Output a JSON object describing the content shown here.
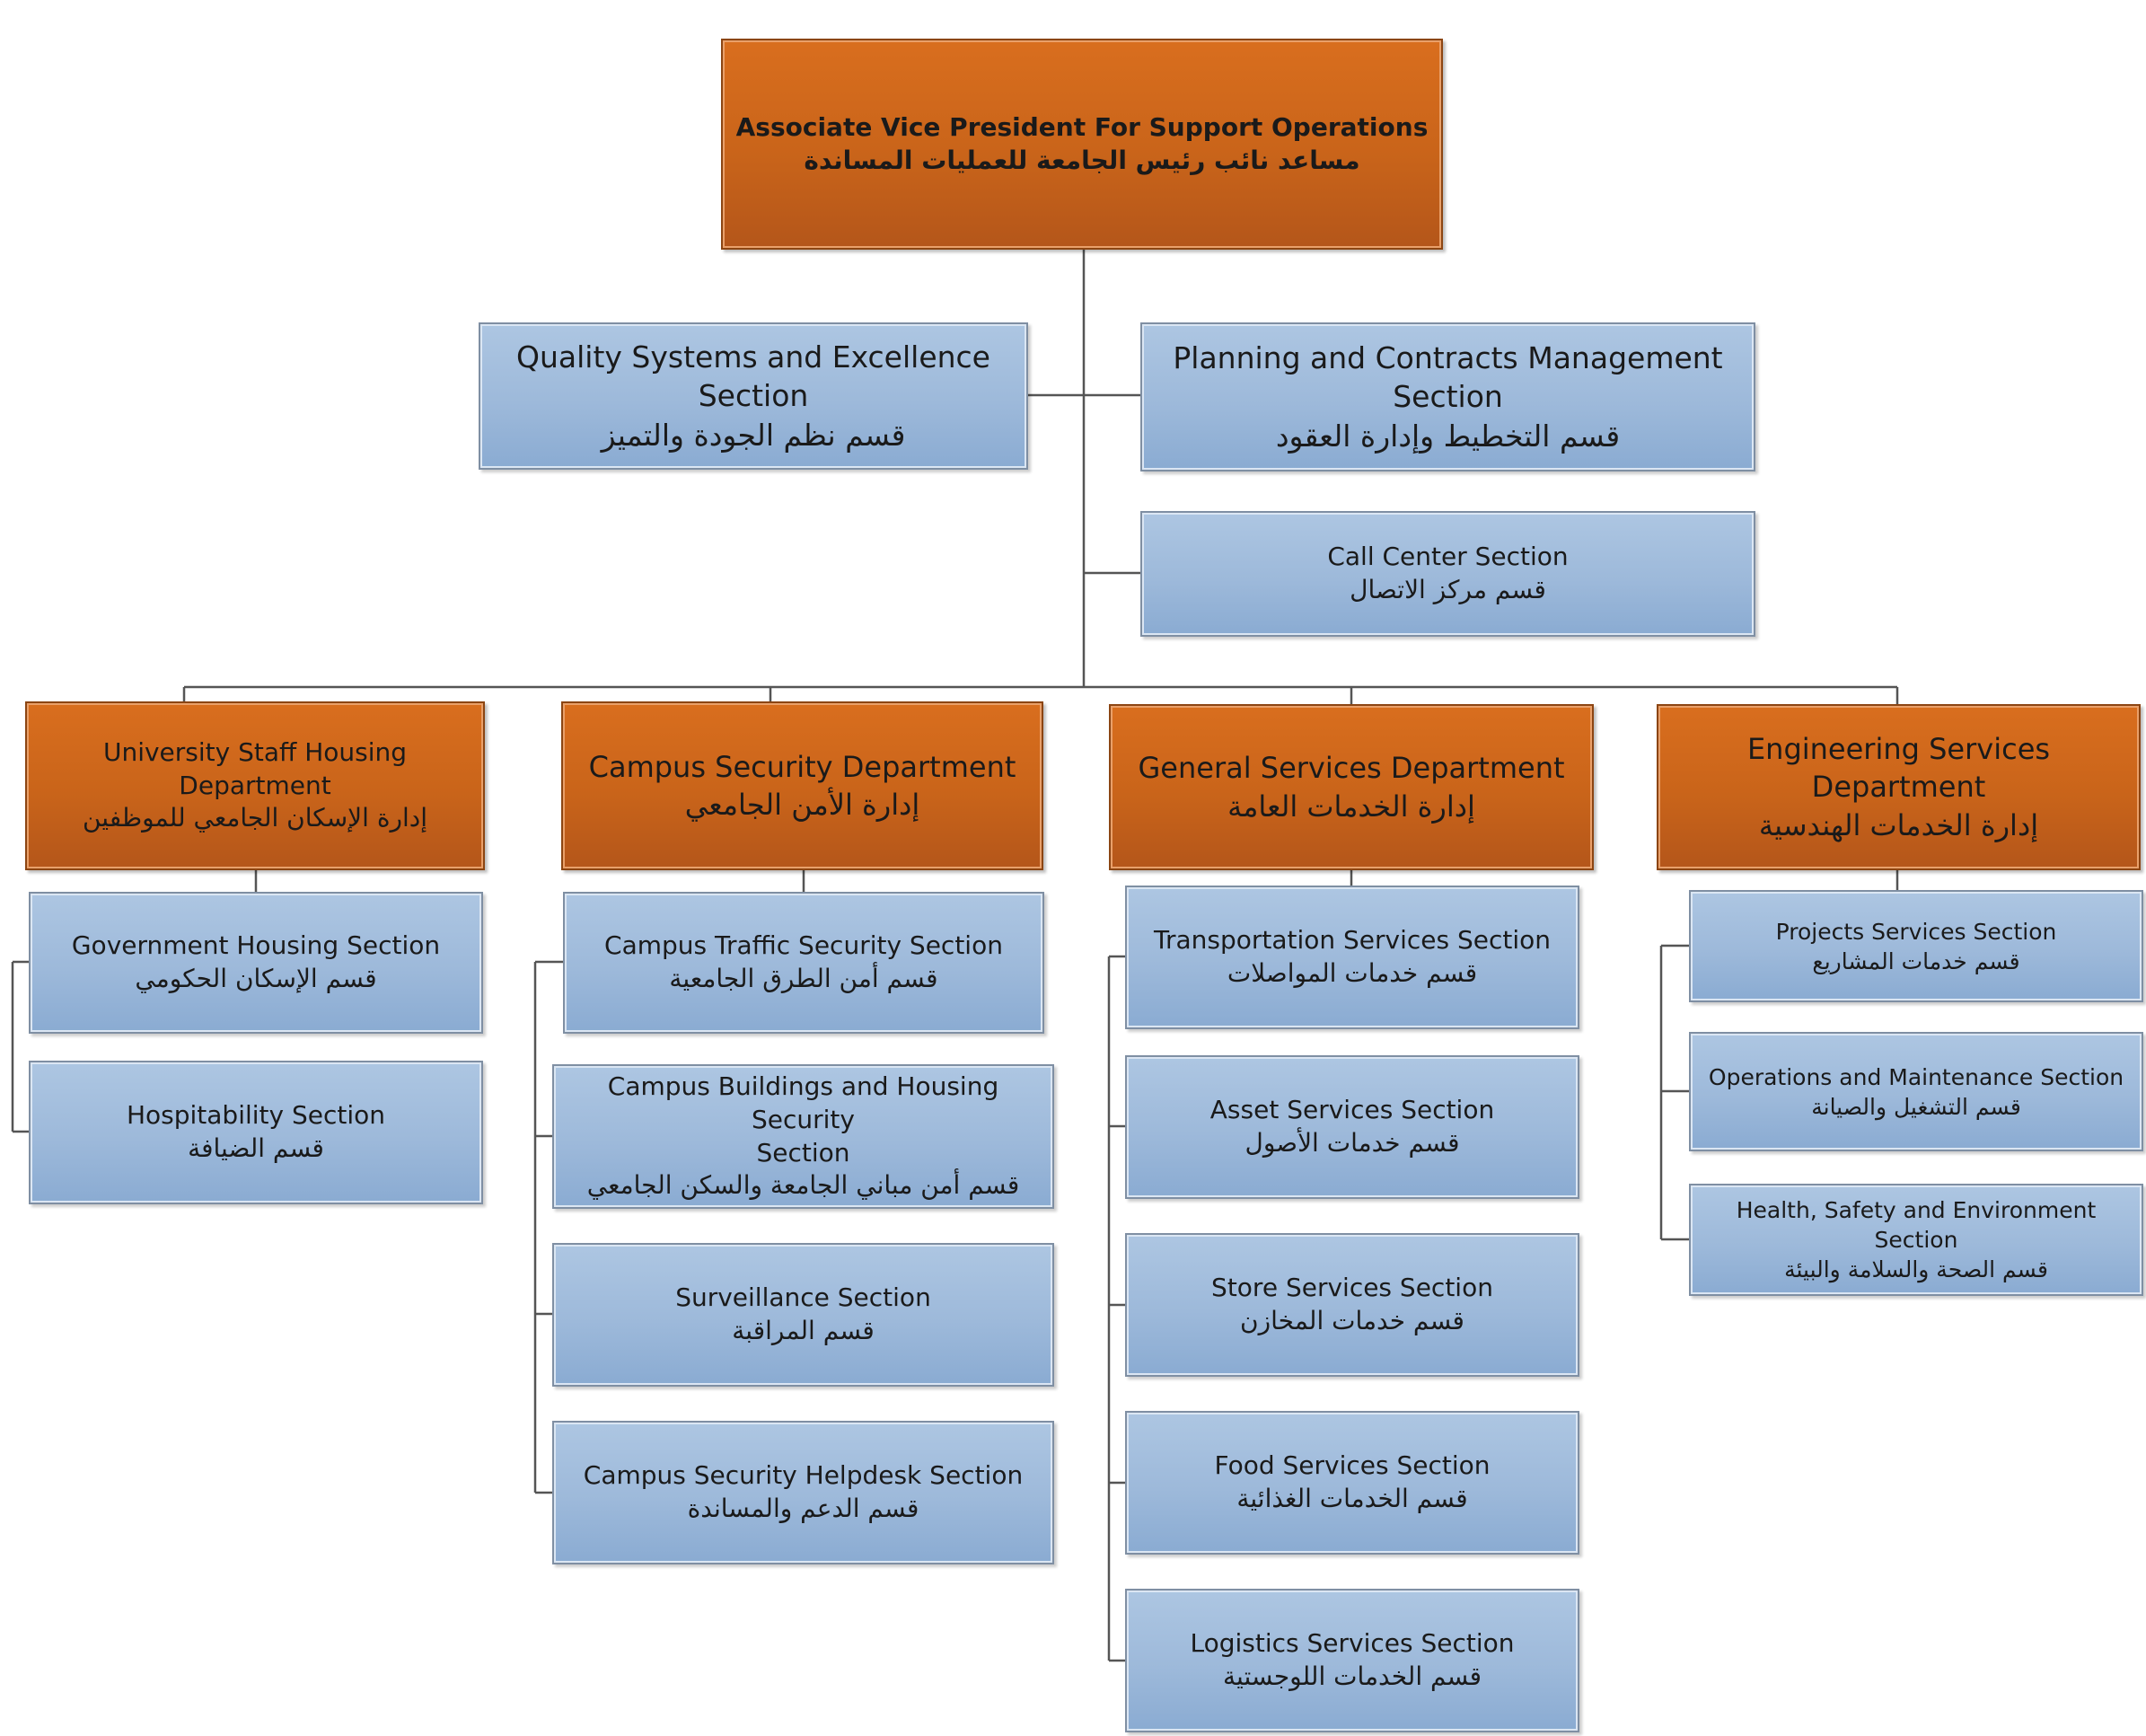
{
  "top": {
    "en": "Associate Vice President For Support Operations",
    "ar": "مساعد نائب رئيس الجامعة للعمليات المساندة"
  },
  "staff": {
    "quality": {
      "en": "Quality Systems and Excellence Section",
      "ar": "قسم نظم الجودة والتميز"
    },
    "planning": {
      "en": "Planning and Contracts Management Section",
      "ar": "قسم  التخطيط وإدارة العقود"
    },
    "call_center": {
      "en": "Call Center Section",
      "ar": "قسم مركز الاتصال"
    }
  },
  "departments": [
    {
      "en": "University Staff Housing Department",
      "ar": "إدارة الإسكان الجامعي للموظفين",
      "sections": [
        {
          "en": "Government Housing Section",
          "ar": "قسم الإسكان الحكومي"
        },
        {
          "en": "Hospitability Section",
          "ar": "قسم الضيافة"
        }
      ]
    },
    {
      "en": "Campus Security Department",
      "ar": "إدارة الأمن الجامعي",
      "sections": [
        {
          "en": "Campus Traffic Security Section",
          "ar": "قسم أمن الطرق الجامعية"
        },
        {
          "en": "Campus Buildings and Housing Security",
          "en2": "Section",
          "ar": "قسم أمن مباني الجامعة والسكن الجامعي"
        },
        {
          "en": "Surveillance Section",
          "ar": "قسم المراقبة"
        },
        {
          "en": "Campus Security Helpdesk Section",
          "ar": "قسم الدعم والمساندة"
        }
      ]
    },
    {
      "en": "General Services Department",
      "ar": "إدارة الخدمات العامة",
      "sections": [
        {
          "en": "Transportation Services Section",
          "ar": "قسم خدمات المواصلات"
        },
        {
          "en": "Asset Services Section",
          "ar": "قسم خدمات الأصول"
        },
        {
          "en": "Store Services Section",
          "ar": "قسم خدمات المخازن"
        },
        {
          "en": "Food Services Section",
          "ar": "قسم الخدمات الغذائية"
        },
        {
          "en": "Logistics Services Section",
          "ar": "قسم الخدمات اللوجستية"
        }
      ]
    },
    {
      "en": "Engineering Services Department",
      "ar": "إدارة الخدمات الهندسية",
      "sections": [
        {
          "en": "Projects Services Section",
          "ar": "قسم خدمات المشاريع"
        },
        {
          "en": "Operations and Maintenance Section",
          "ar": "قسم التشغيل والصيانة"
        },
        {
          "en": "Health, Safety and Environment Section",
          "ar": "قسم الصحة والسلامة والبيئة"
        }
      ]
    }
  ]
}
